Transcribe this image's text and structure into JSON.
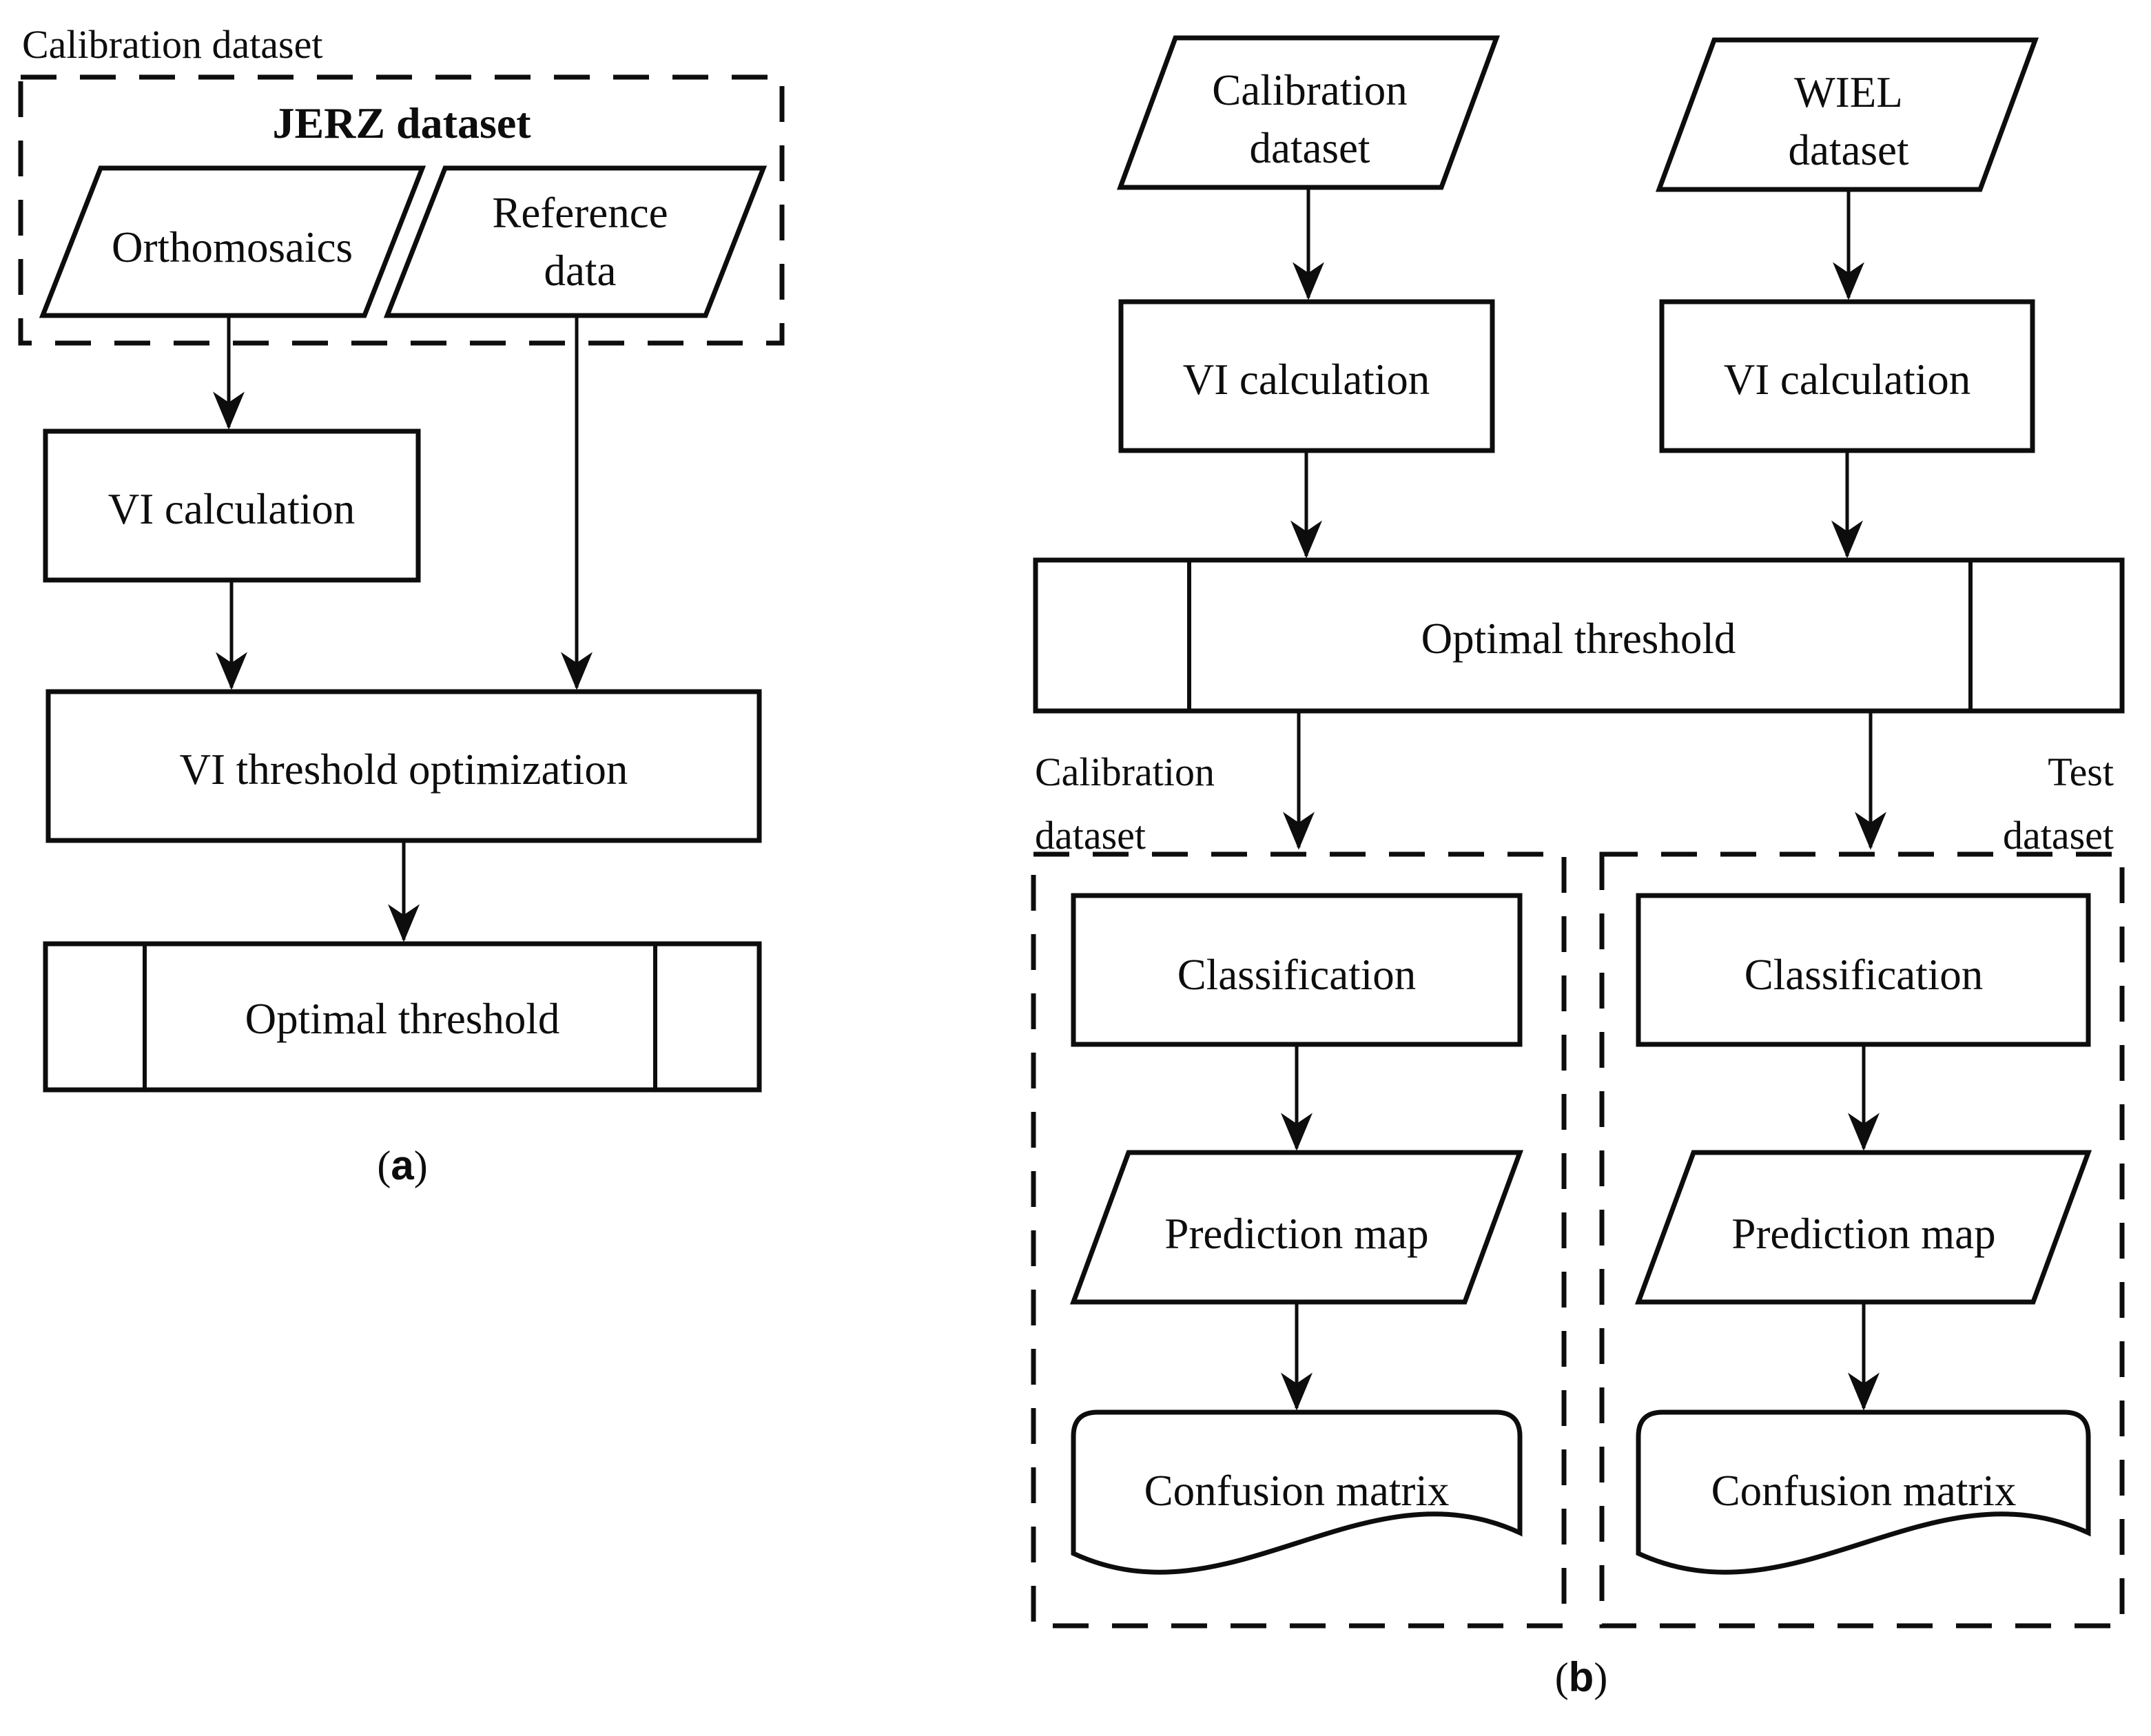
{
  "figure": {
    "background": "#ffffff",
    "stroke_color": "#0d0d0d",
    "panel_a": {
      "outer_label": "Calibration dataset",
      "group_title": "JERZ dataset",
      "orthomosaics": "Orthomosaics",
      "reference_line1": "Reference",
      "reference_line2": "data",
      "vi_calculation": "VI calculation",
      "vi_threshold_optimization": "VI threshold optimization",
      "optimal_threshold": "Optimal threshold",
      "caption_open": "(",
      "caption_letter": "a",
      "caption_close": ")"
    },
    "panel_b": {
      "calibration_input_line1": "Calibration",
      "calibration_input_line2": "dataset",
      "wiel_input_line1": "WIEL",
      "wiel_input_line2": "dataset",
      "vi_calculation_left": "VI calculation",
      "vi_calculation_right": "VI calculation",
      "optimal_threshold": "Optimal threshold",
      "calibration_group_line1": "Calibration",
      "calibration_group_line2": "dataset",
      "test_group_line1": "Test",
      "test_group_line2": "dataset",
      "classification_left": "Classification",
      "classification_right": "Classification",
      "prediction_map_left": "Prediction map",
      "prediction_map_right": "Prediction map",
      "confusion_matrix_left": "Confusion matrix",
      "confusion_matrix_right": "Confusion matrix",
      "caption_open": "(",
      "caption_letter": "b",
      "caption_close": ")"
    }
  }
}
